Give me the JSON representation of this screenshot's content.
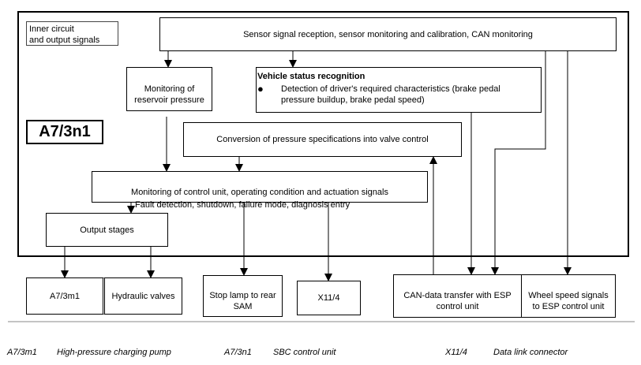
{
  "diagram": {
    "inner_label": [
      "Inner circuit",
      "and output signals"
    ],
    "unit_name": "A7/3n1",
    "sensor_box": "Sensor signal reception, sensor monitoring and calibration, CAN monitoring",
    "monitoring_reservoir": [
      "Monitoring of",
      "reservoir pressure"
    ],
    "vehicle_status": {
      "title": "Vehicle status recognition",
      "bullet": "Detection of driver's required characteristics (brake pedal",
      "bullet_cont": "pressure buildup, brake pedal speed)"
    },
    "conversion": "Conversion of pressure specifications into valve control",
    "monitoring_control": "Monitoring of control unit, operating condition and actuation signals",
    "fault_line": "Fault detection, shutdown, failure mode, diagnosis entry",
    "output_stages": "Output stages",
    "outputs": {
      "a7_3m1": "A7/3m1",
      "hydraulic_valves": "Hydraulic valves",
      "stop_lamp": [
        "Stop lamp to rear",
        "SAM"
      ],
      "x11_4": "X11/4",
      "can_transfer": [
        "CAN-data transfer with ESP",
        "control unit"
      ],
      "wheel_speed": [
        "Wheel speed signals",
        "to ESP control unit"
      ]
    }
  },
  "legend": [
    {
      "code": "A7/3m1",
      "desc": "High-pressure charging pump"
    },
    {
      "code": "A7/3n1",
      "desc": "SBC control unit"
    },
    {
      "code": "X11/4",
      "desc": "Data link connector"
    }
  ]
}
